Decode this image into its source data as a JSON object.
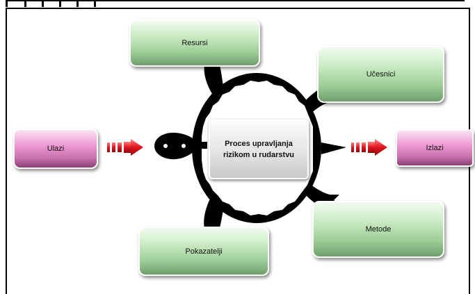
{
  "center": {
    "line1": "Proces upravljanja",
    "line2": "rizikom u rudarstvu"
  },
  "boxes": {
    "resursi": "Resursi",
    "ucesnici": "Učesnici",
    "ulazi": "Ulazi",
    "izlazi": "Izlazi",
    "metode": "Metode",
    "pokazatelji": "Pokazatelji"
  },
  "colors": {
    "input_output_fill": "#ee9bd3",
    "support_fill": "#bfe6b8",
    "arrow": "#e0151d",
    "turtle": "#000000"
  }
}
